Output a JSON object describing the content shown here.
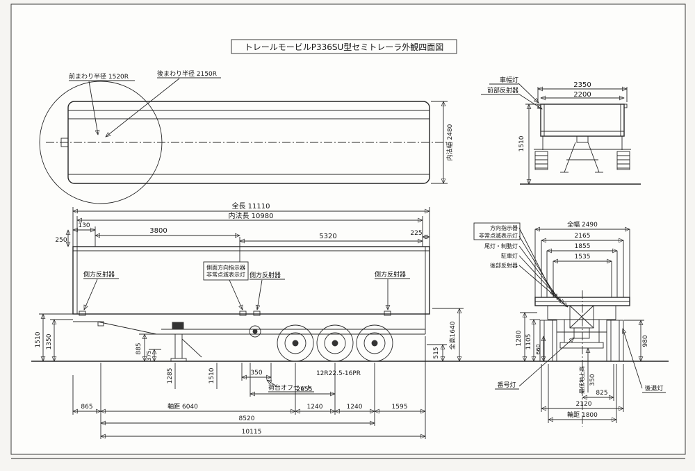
{
  "title": "トレールモービルP336SU型セミトレーラ外観四面図",
  "plan_view": {
    "front_radius": "前まわり半径 1520R",
    "rear_radius": "後まわり半径 2150R",
    "inner_width": "内法幅 2480"
  },
  "front_view": {
    "clearance_lamp": "車幅灯",
    "front_reflector": "前部反射器",
    "width_overall": "2350",
    "width_body": "2200",
    "height": "1510"
  },
  "side_view": {
    "overall_length": "全長 11110",
    "inner_length": "内法長 10980",
    "front_offset": "130",
    "front_height": "250",
    "span_front": "3800",
    "span_rear": "5320",
    "rear_offset": "225",
    "side_reflector_front": "側方反射器",
    "side_indicator_line1": "側面方向指示器",
    "side_indicator_line2": "非常点滅表示灯",
    "side_reflector_mid": "側方反射器",
    "side_reflector_rear": "側方反射器",
    "height_1510": "1510",
    "height_1350": "1350",
    "height_885": "885",
    "height_375": "375",
    "dim_1285": "1285",
    "dim_1510b": "1510",
    "deck_offset_value": "350",
    "deck_offset_label": "荷台オフセット",
    "tire_size": "12R22.5-16PR",
    "dim_2655": "2655",
    "dim_865": "865",
    "wheelbase": "軸距 6040",
    "axle_gap1": "1240",
    "axle_gap2": "1240",
    "rear_overhang": "1595",
    "dim_8520": "8520",
    "dim_10115": "10115",
    "dim_515": "515",
    "overall_height": "全高1640"
  },
  "rear_view": {
    "overall_width": "全幅 2490",
    "dim_2165": "2165",
    "dim_1855": "1855",
    "dim_1535": "1535",
    "turn_signal": "方向指示器",
    "hazard_lamp": "非常点滅表示灯",
    "tail_stop_lamp": "尾灯・制動灯",
    "parking_lamp": "駐車灯",
    "rear_reflector": "後部反射器",
    "dim_1280": "1280",
    "dim_1105": "1105",
    "dim_660": "660",
    "dim_980": "980",
    "ground_clearance_label": "最低地上高",
    "ground_clearance_value": "350",
    "dim_825": "825",
    "dim_2120": "2120",
    "track": "輪距 1800",
    "number_lamp": "番号灯",
    "reverse_lamp": "後退灯"
  }
}
